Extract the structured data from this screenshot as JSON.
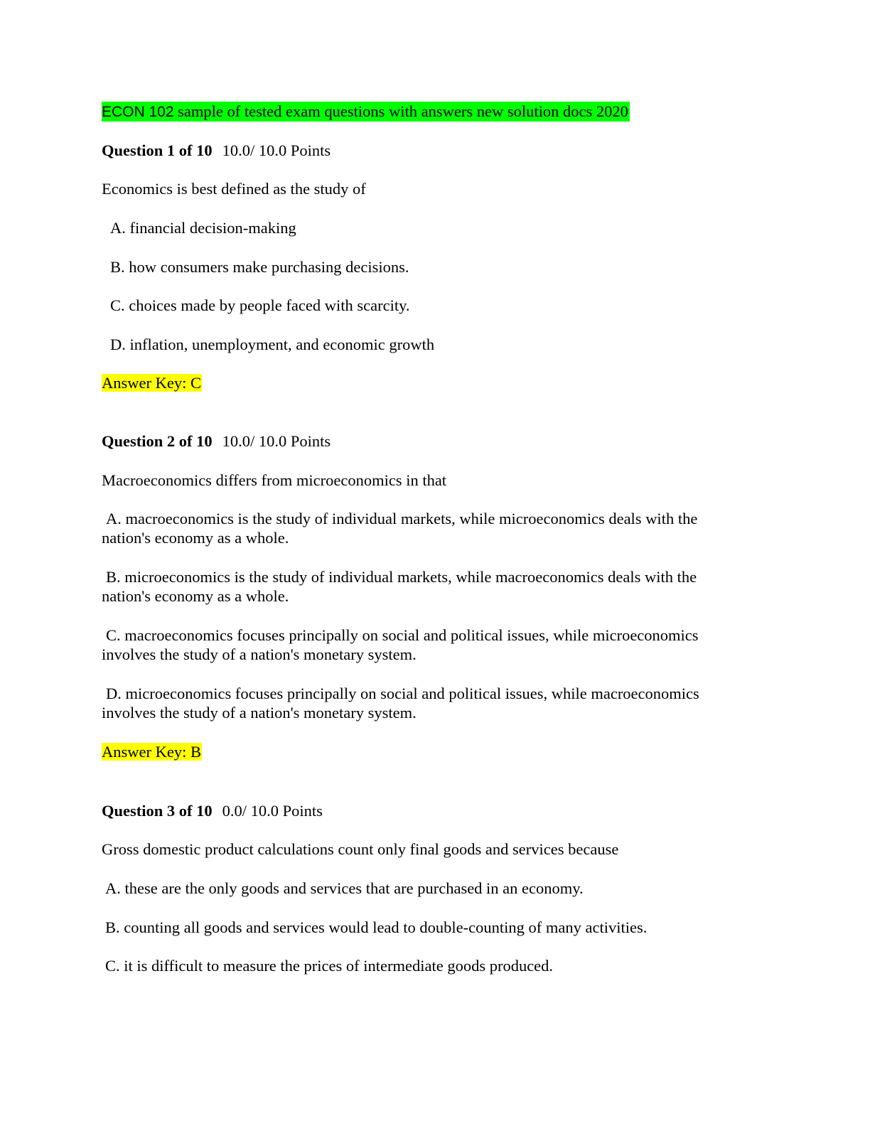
{
  "document": {
    "title_course": "ECON 102",
    "title_rest": " sample of tested exam questions with answers new solution docs  2020",
    "highlight_colors": {
      "title": "#00ff00",
      "answer_key": "#ffff00"
    }
  },
  "questions": [
    {
      "label": "Question 1 of 10",
      "points": "10.0/ 10.0 Points",
      "prompt": "Economics is best defined as the study of",
      "options": [
        "A. financial decision-making",
        "B. how consumers make purchasing decisions.",
        "C. choices made by people faced with scarcity.",
        "D. inflation, unemployment, and economic growth"
      ],
      "answer_key": "Answer Key: C"
    },
    {
      "label": "Question 2 of 10",
      "points": "10.0/ 10.0 Points",
      "prompt": "Macroeconomics differs from microeconomics in that",
      "options": [
        "A. macroeconomics is the study of individual markets, while microeconomics deals with the nation's economy as a whole.",
        "B. microeconomics is the study of individual markets, while macroeconomics deals with the nation's economy as a whole.",
        "C. macroeconomics focuses principally on social and political issues, while microeconomics involves the study of a nation's monetary system.",
        "D. microeconomics focuses principally on social and political issues, while macroeconomics involves the study of a nation's monetary system."
      ],
      "answer_key": "Answer Key: B"
    },
    {
      "label": "Question 3 of 10",
      "points": "0.0/ 10.0 Points",
      "prompt": "Gross domestic product calculations count only final goods and services because",
      "options": [
        "A. these are the only goods and services that are purchased in an economy.",
        "B. counting all goods and services would lead to double-counting of many activities.",
        "C. it is difficult to measure the prices of intermediate goods produced."
      ]
    }
  ]
}
